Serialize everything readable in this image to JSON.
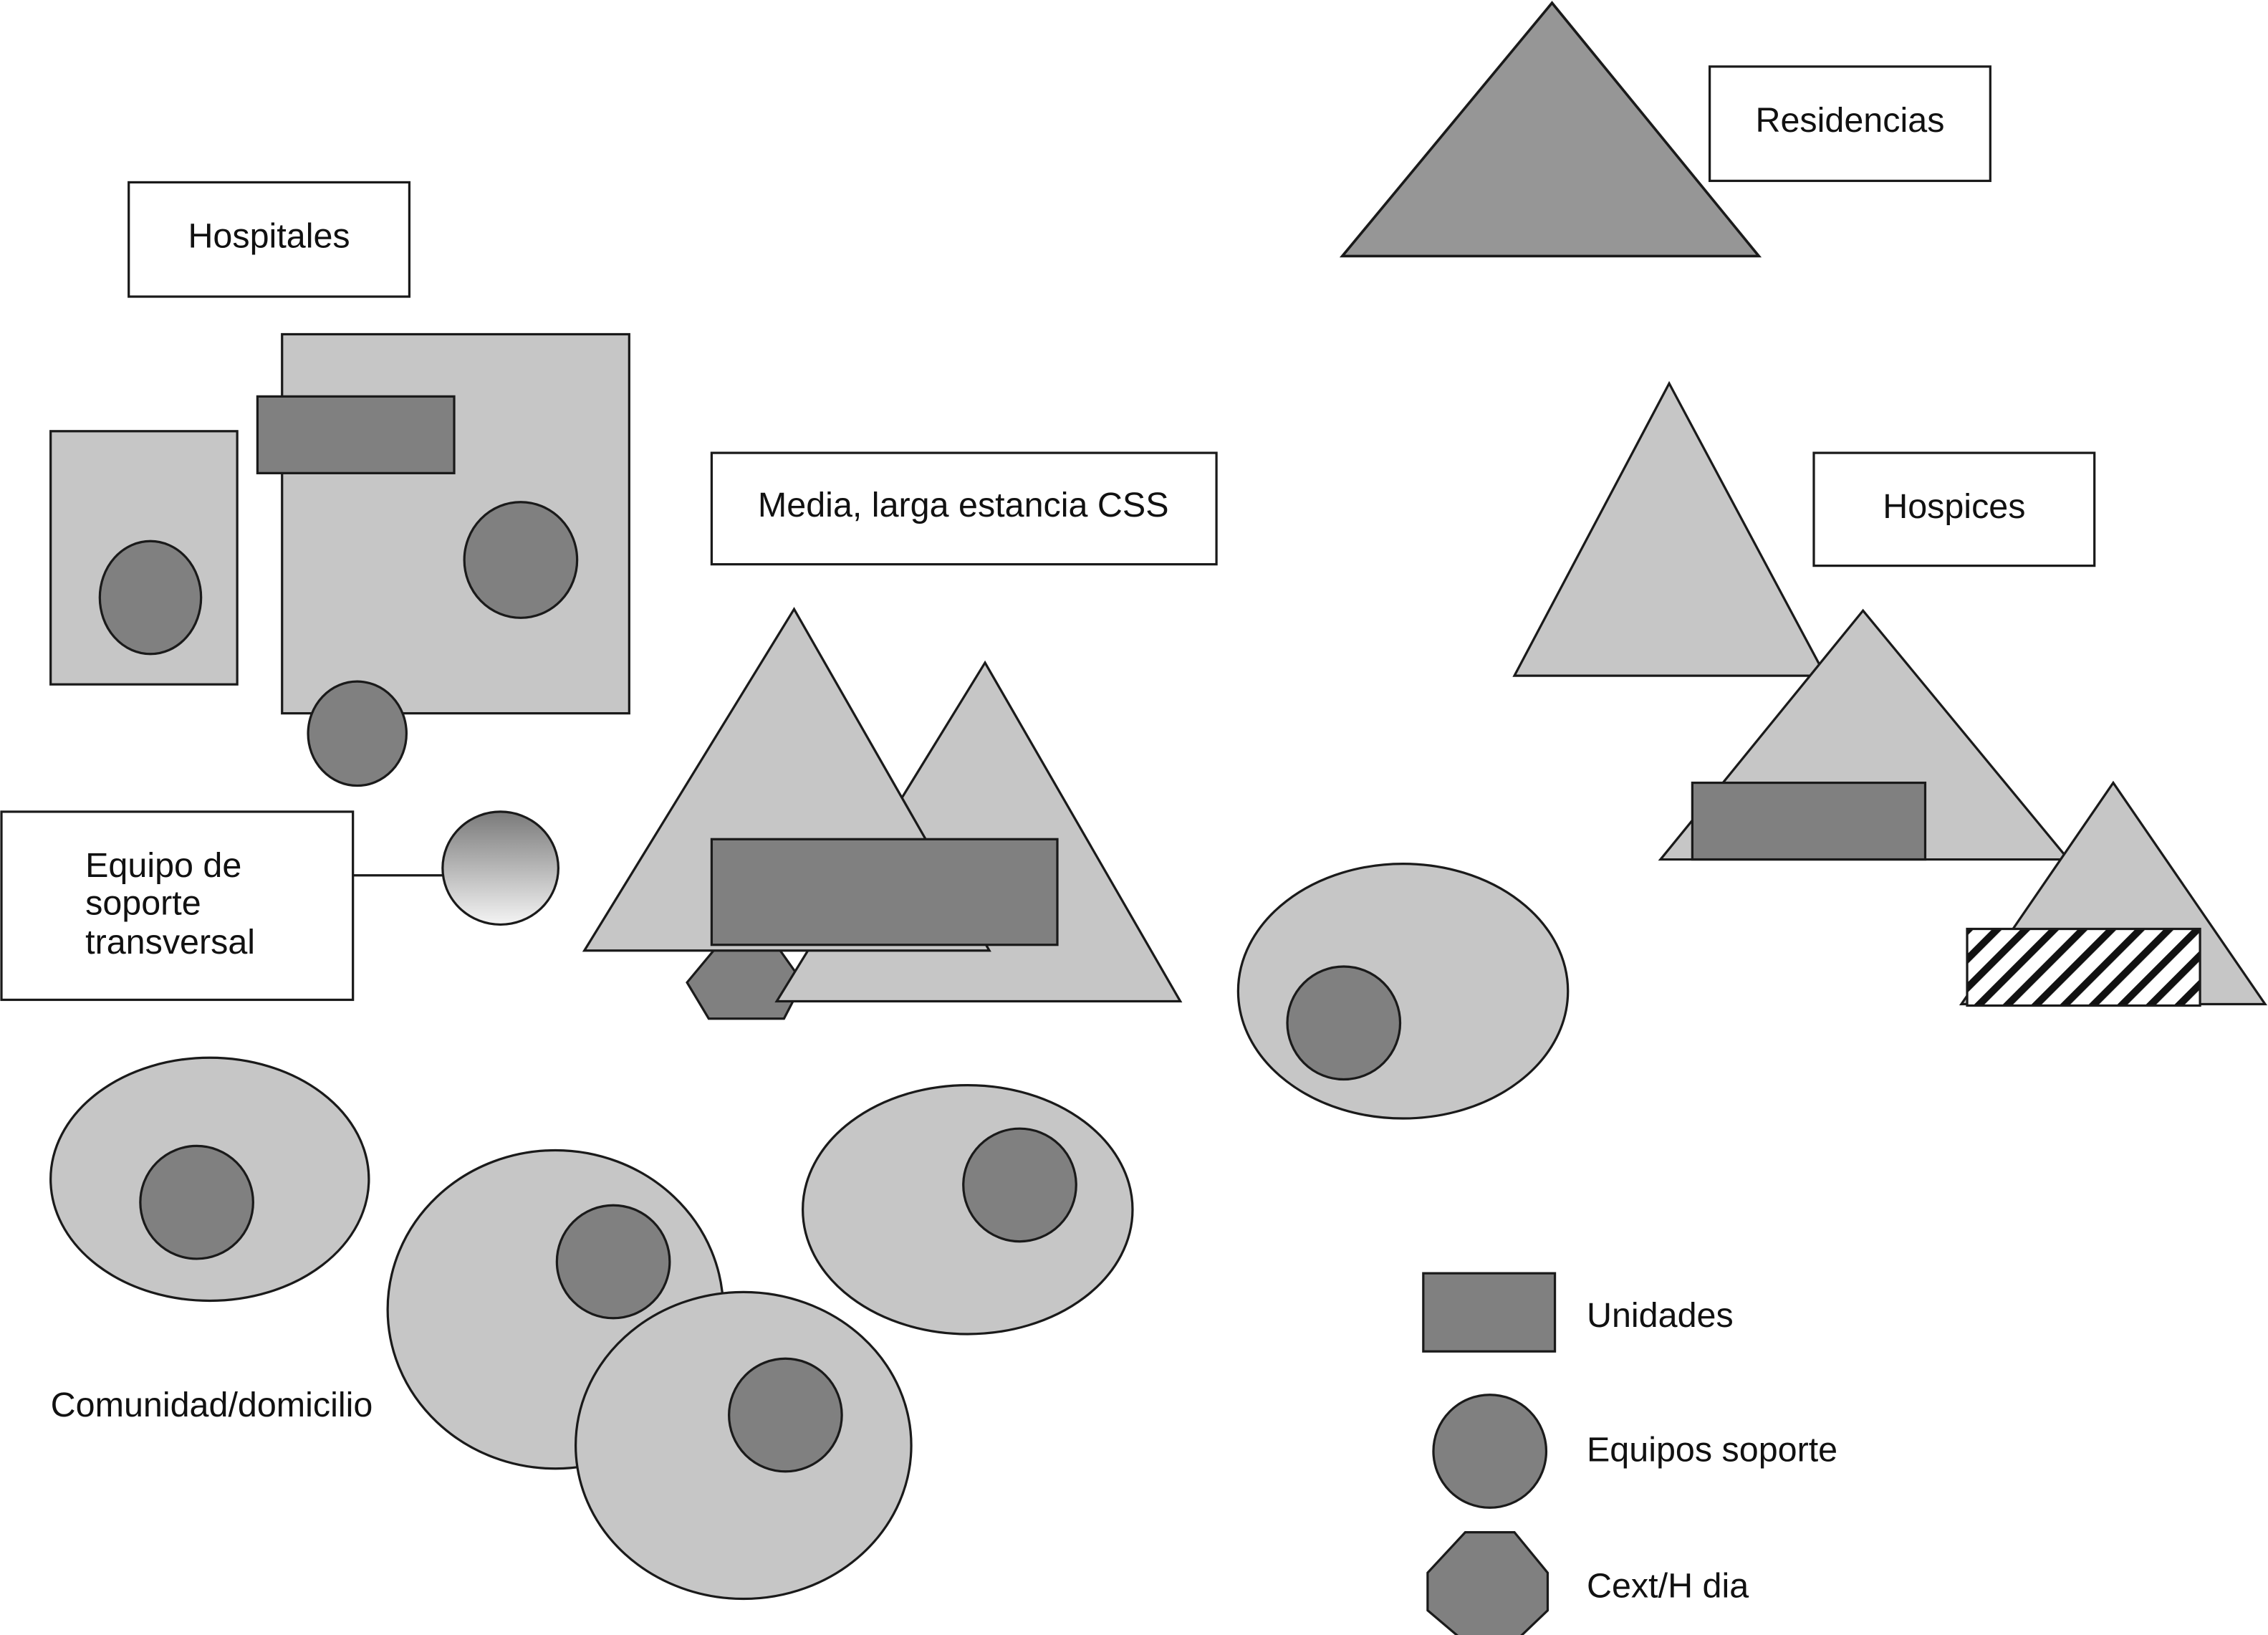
{
  "diagram": {
    "labels": {
      "hospitales": "Hospitales",
      "residencias": "Residencias",
      "media_larga_estancia": "Media, larga estancia CSS",
      "hospices": "Hospices",
      "equipo_soporte_transversal": [
        "Equipo de",
        "soporte",
        "transversal"
      ],
      "comunidad_domicilio": "Comunidad/domicilio"
    },
    "legend": [
      {
        "shape": "rectangle",
        "label": "Unidades"
      },
      {
        "shape": "circle",
        "label": "Equipos soporte"
      },
      {
        "shape": "octagon",
        "label": "Cext/H dia"
      }
    ],
    "colors": {
      "light_fill": "#c6c6c6",
      "dark_fill": "#808080",
      "residencias_fill": "#969696",
      "stroke": "#1a1a1a"
    }
  }
}
